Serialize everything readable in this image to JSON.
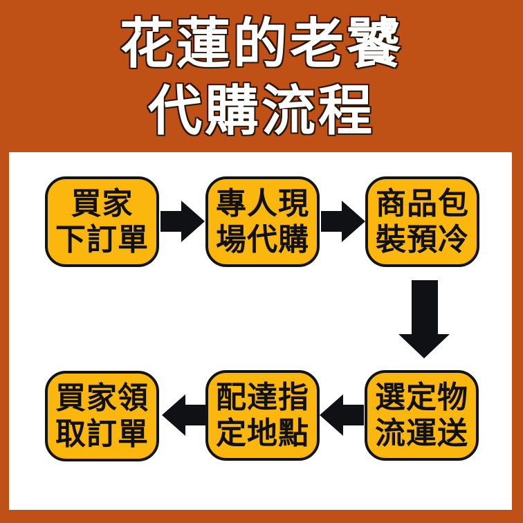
{
  "title": {
    "line1": "花蓮的老饕",
    "line2": "代購流程"
  },
  "flow": {
    "steps": [
      {
        "id": "buyer-places-order",
        "line1": "買家",
        "line2": "下訂單"
      },
      {
        "id": "onsite-purchasing",
        "line1": "專人現",
        "line2": "場代購"
      },
      {
        "id": "packing-precooling",
        "line1": "商品包",
        "line2": "裝預冷"
      },
      {
        "id": "choose-logistics",
        "line1": "選定物",
        "line2": "流運送"
      },
      {
        "id": "deliver-to-location",
        "line1": "配達指",
        "line2": "定地點"
      },
      {
        "id": "buyer-picks-up-order",
        "line1": "買家領",
        "line2": "取訂單"
      }
    ],
    "arrows": [
      {
        "icon": "arrow-right-icon"
      },
      {
        "icon": "arrow-right-icon"
      },
      {
        "icon": "arrow-down-icon"
      },
      {
        "icon": "arrow-left-icon"
      },
      {
        "icon": "arrow-left-icon"
      }
    ]
  },
  "colors": {
    "background": "#C05116",
    "panel": "#FFFFFF",
    "box_fill": "#FCB70F",
    "box_border": "#141414",
    "box_text": "#111111",
    "arrow": "#101114",
    "title_text": "#FFFFFF",
    "title_outline": "#2A1606"
  }
}
